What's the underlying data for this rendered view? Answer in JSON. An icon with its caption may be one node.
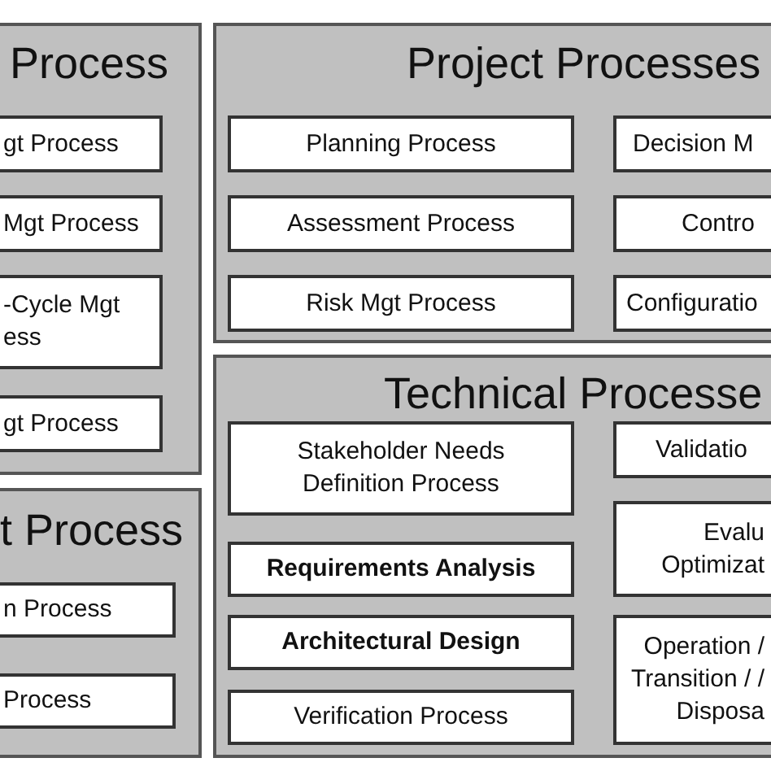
{
  "diagram": {
    "nodes": [
      {
        "text": [
          "Process"
        ]
      },
      {
        "text": [
          "gt Process"
        ],
        "in": 0
      },
      {
        "text": [
          "Mgt Process"
        ],
        "in": 0
      },
      {
        "text": [
          "-Cycle Mgt ess"
        ],
        "in": 0
      },
      {
        "text": [
          "gt Process"
        ],
        "in": 0
      },
      {
        "text": [
          "Project Processes"
        ]
      },
      {
        "text": [
          "Planning Process"
        ],
        "in": 5
      },
      {
        "text": [
          "Decision M"
        ],
        "in": 5
      },
      {
        "text": [
          "Assessment Process"
        ],
        "in": 5
      },
      {
        "text": [
          "Contro"
        ],
        "in": 5
      },
      {
        "text": [
          "Risk Mgt Process"
        ],
        "in": 5
      },
      {
        "text": [
          "Configuratio"
        ],
        "in": 5
      },
      {
        "text": [
          "t Process"
        ]
      },
      {
        "text": [
          "n Process"
        ],
        "in": 12
      },
      {
        "text": [
          "Process"
        ],
        "in": 12
      },
      {
        "text": [
          "Technical Processe"
        ]
      },
      {
        "text": [
          "Stakeholder Needs Definition Process"
        ],
        "in": 15
      },
      {
        "text": [
          "Validatio"
        ],
        "in": 15
      },
      {
        "text": [
          "Requirements Analysis"
        ],
        "in": 15
      },
      {
        "text": [
          "Evalu Optimizat"
        ],
        "in": 15
      },
      {
        "text": [
          "Architectural Design"
        ],
        "in": 15
      },
      {
        "text": [
          "Operation / Transition / / Disposa"
        ],
        "in": 15
      },
      {
        "text": [
          "Verification Process"
        ],
        "in": 15
      }
    ]
  }
}
